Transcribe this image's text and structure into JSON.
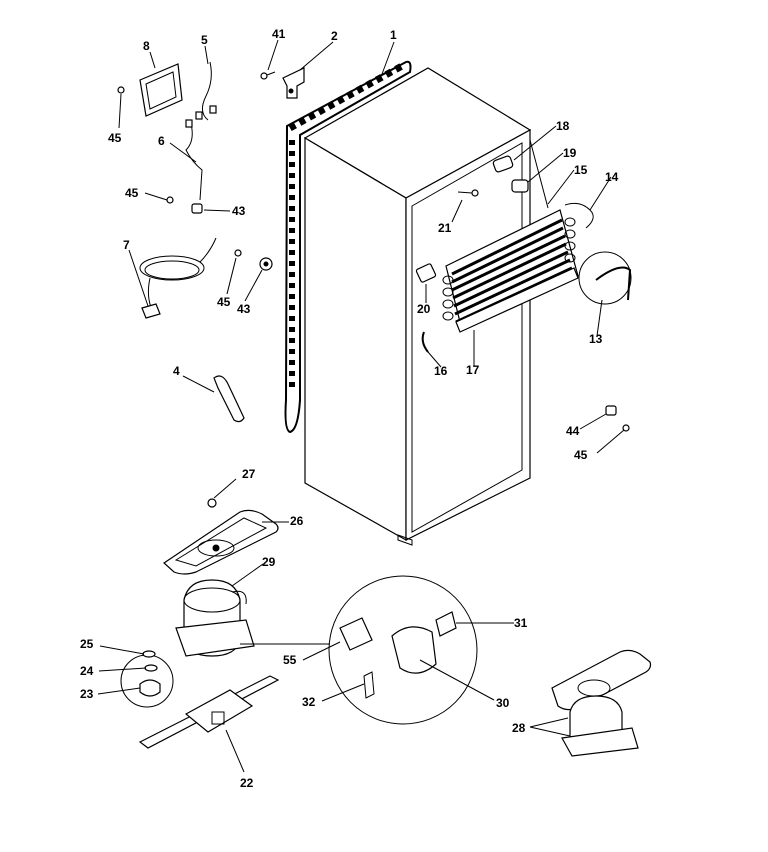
{
  "callouts": {
    "c1": "1",
    "c2": "2",
    "c4": "4",
    "c5": "5",
    "c6": "6",
    "c7": "7",
    "c8": "8",
    "c13": "13",
    "c14": "14",
    "c15": "15",
    "c16": "16",
    "c17": "17",
    "c18": "18",
    "c19": "19",
    "c20": "20",
    "c21": "21",
    "c22": "22",
    "c23": "23",
    "c24": "24",
    "c25": "25",
    "c26": "26",
    "c27": "27",
    "c28": "28",
    "c29": "29",
    "c30": "30",
    "c31": "31",
    "c32": "32",
    "c41": "41",
    "c43a": "43",
    "c43b": "43",
    "c44": "44",
    "c45a": "45",
    "c45b": "45",
    "c45c": "45",
    "c45d": "45",
    "c55": "55"
  }
}
